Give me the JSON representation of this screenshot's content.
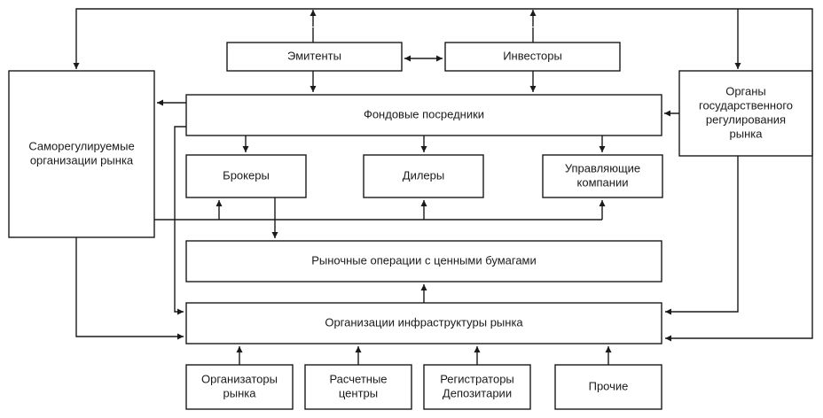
{
  "nodes": {
    "emitenty": [
      "Эмитенты"
    ],
    "investory": [
      "Инвесторы"
    ],
    "samoreg": [
      "Саморегулируемые",
      "организации рынка"
    ],
    "organy": [
      "Органы",
      "государственного",
      "регулирования",
      "рынка"
    ],
    "posredniki": [
      "Фондовые посредники"
    ],
    "brokery": [
      "Брокеры"
    ],
    "dilery": [
      "Дилеры"
    ],
    "upravl": [
      "Управляющие",
      "компании"
    ],
    "operacii": [
      "Рыночные операции с ценными бумагами"
    ],
    "infra": [
      "Организации инфраструктуры рынка"
    ],
    "organizatory": [
      "Организаторы",
      "рынка"
    ],
    "raschet": [
      "Расчетные",
      "центры"
    ],
    "registratory": [
      "Регистраторы",
      "Депозитарии"
    ],
    "prochie": [
      "Прочие"
    ]
  }
}
